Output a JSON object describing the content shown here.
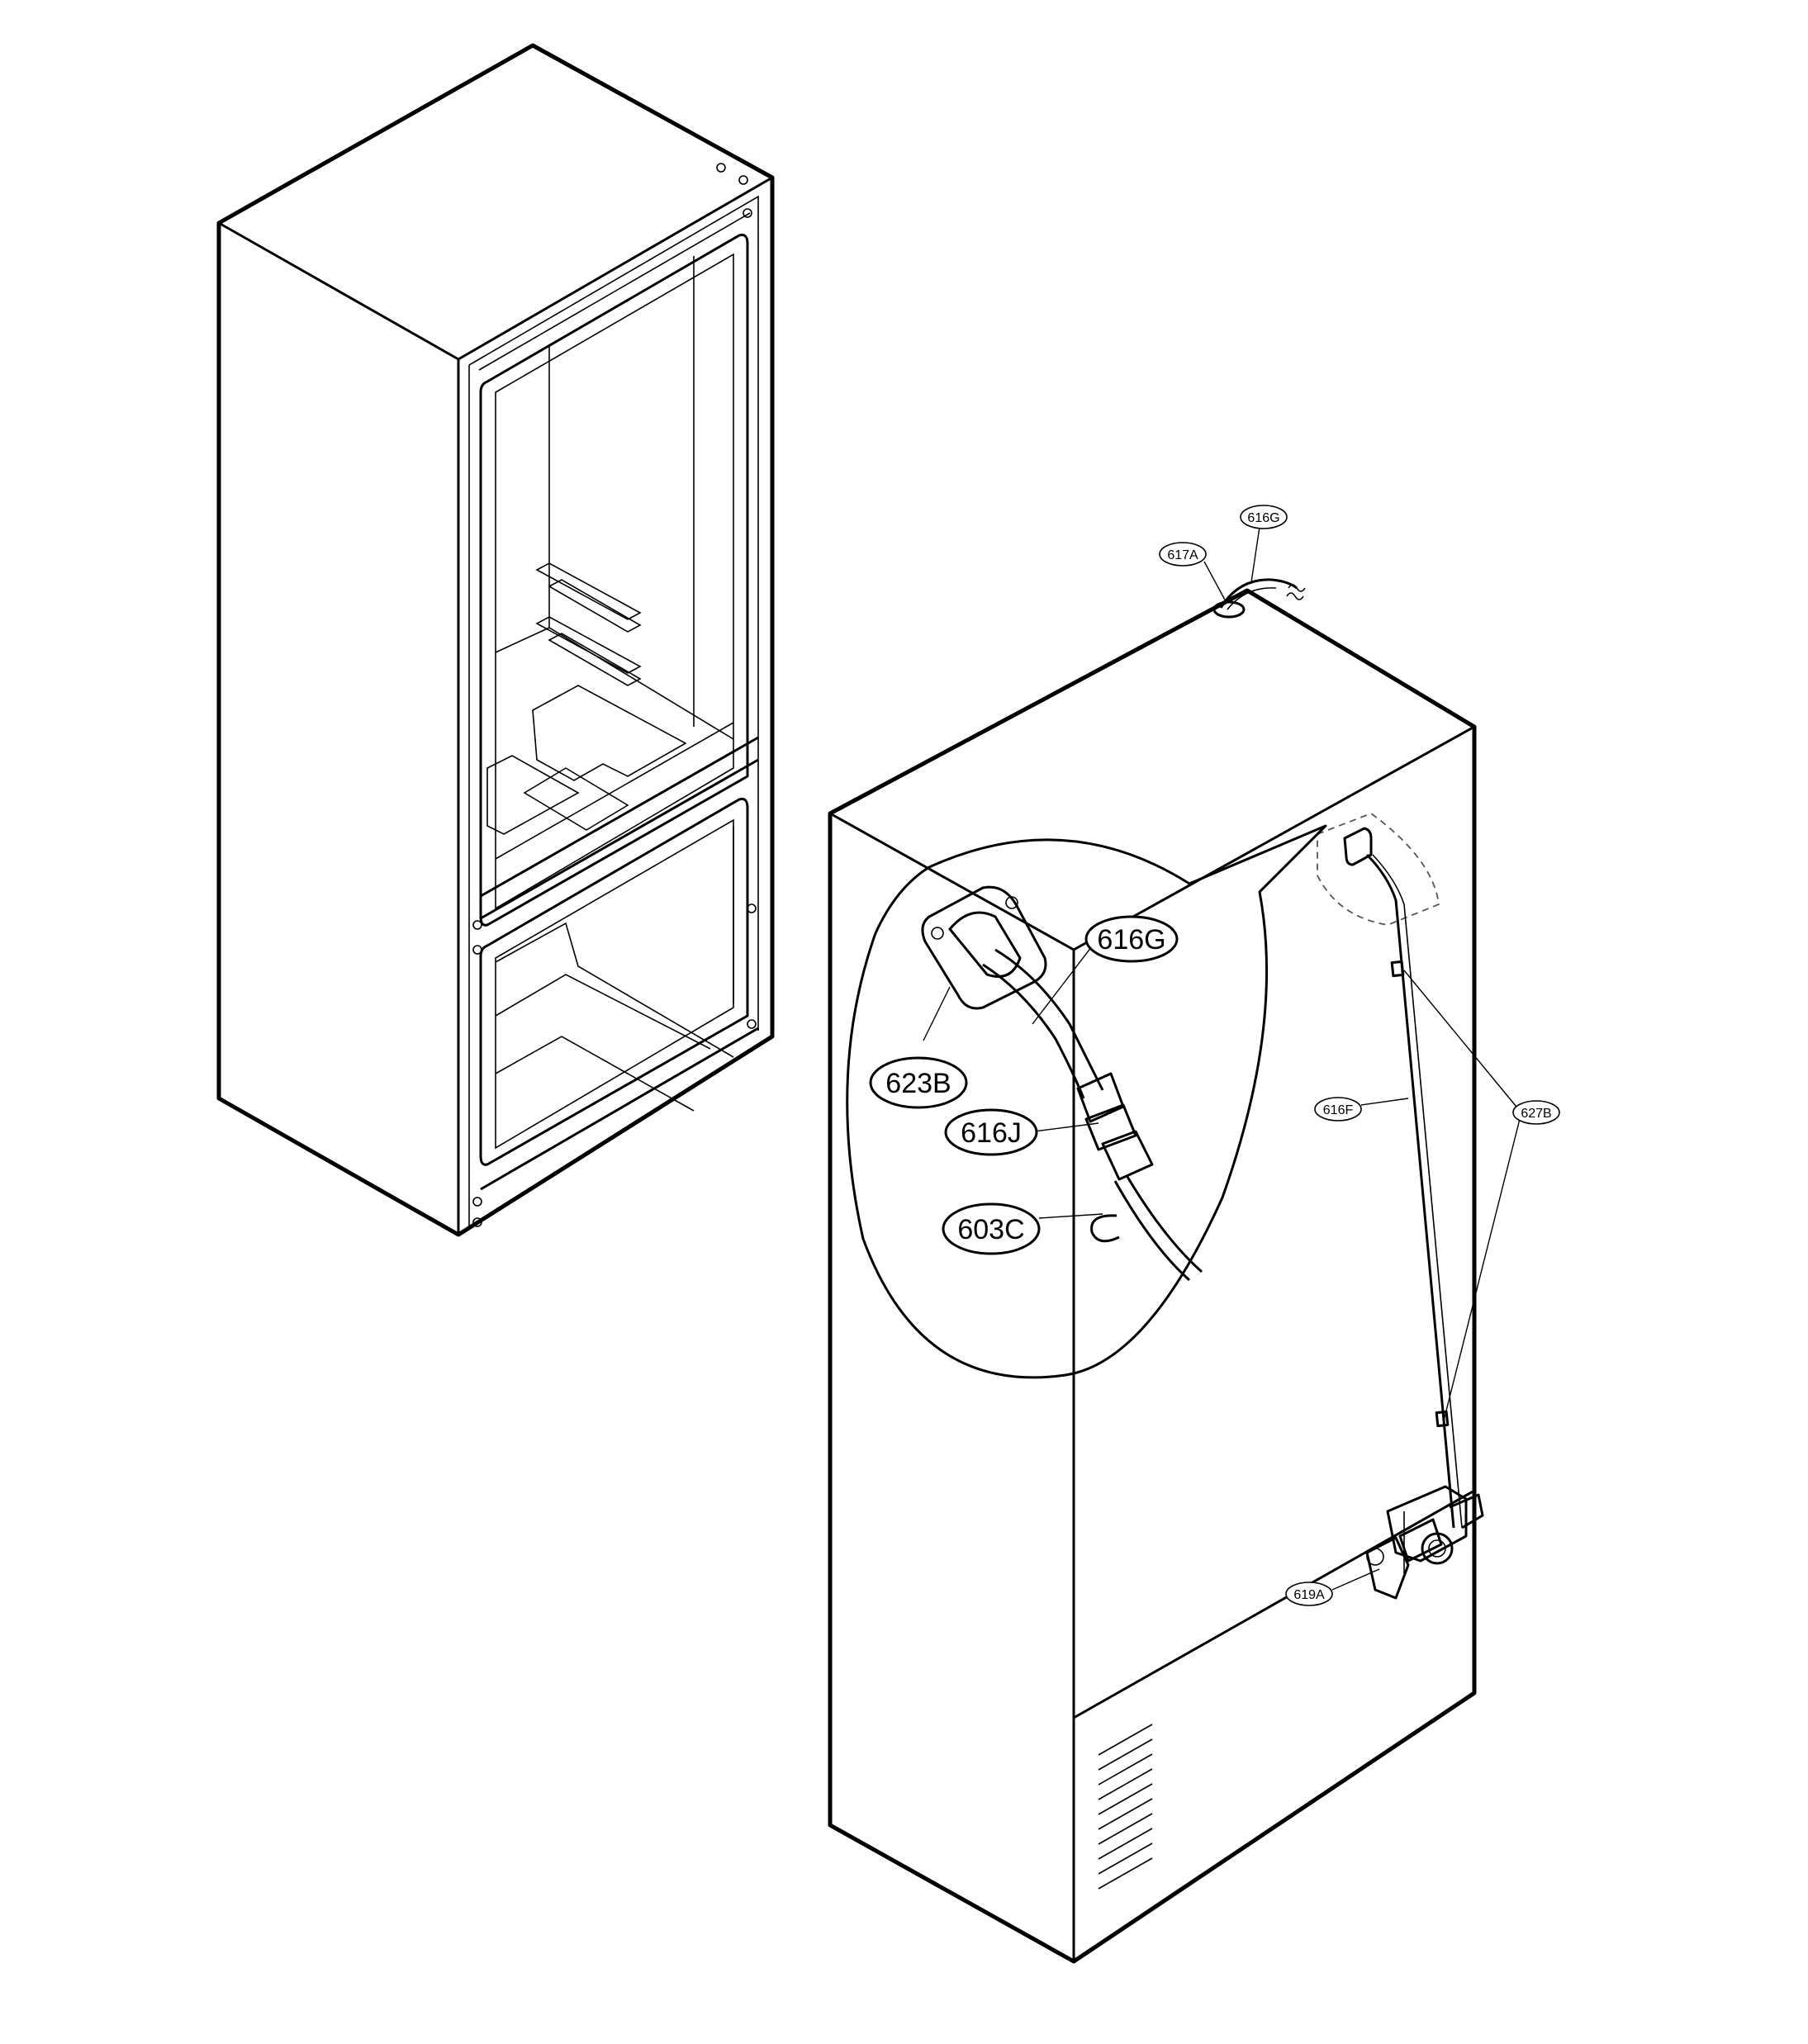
{
  "callouts": {
    "c617A": "617A",
    "c616G_top": "616G",
    "c616G_zoom": "616G",
    "c623B": "623B",
    "c616J": "616J",
    "c603C": "603C",
    "c616F": "616F",
    "c627B": "627B",
    "c619A": "619A"
  }
}
